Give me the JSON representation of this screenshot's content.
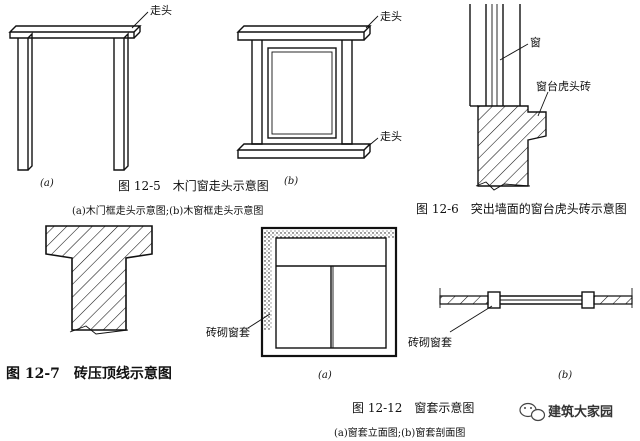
{
  "fig12_5": {
    "label_protrusion_a": "走头",
    "label_protrusion_b_top": "走头",
    "label_protrusion_b_bottom": "走头",
    "sub_a": "(a)",
    "sub_b": "(b)",
    "caption": "图 12-5　木门窗走头示意图",
    "subcaption": "(a)木门框走头示意图;(b)木窗框走头示意图"
  },
  "fig12_6": {
    "label_window": "窗",
    "label_sill_brick": "窗台虎头砖",
    "caption": "图 12-6　突出墙面的窗台虎头砖示意图"
  },
  "fig12_7": {
    "caption": "图 12-7　砖压顶线示意图"
  },
  "fig12_12": {
    "label_a": "砖砌窗套",
    "label_b": "砖砌窗套",
    "sub_a": "(a)",
    "sub_b": "(b)",
    "caption": "图 12-12　窗套示意图",
    "subcaption": "(a)窗套立面图;(b)窗套剖面图"
  },
  "watermark": {
    "text": "建筑大家园",
    "icon": "wechat-icon"
  }
}
